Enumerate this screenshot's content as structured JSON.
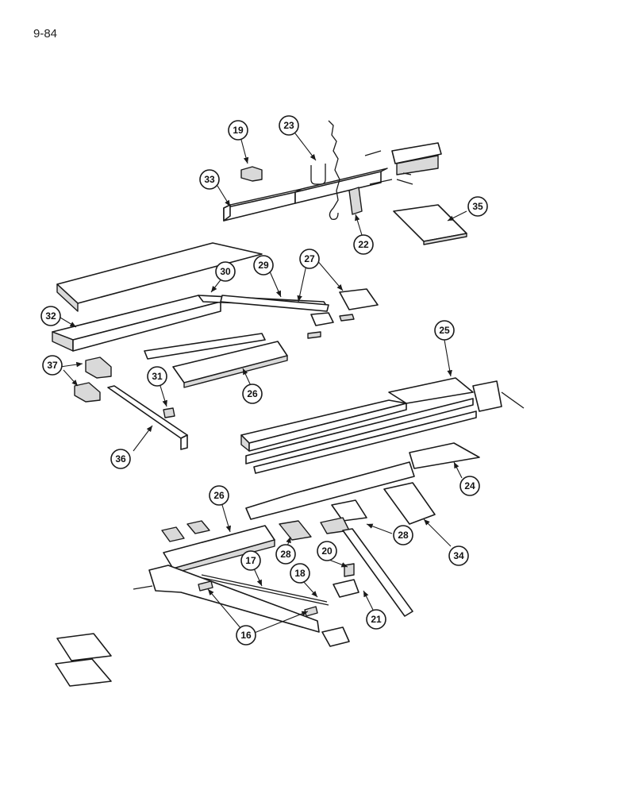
{
  "page": {
    "number": "9-84"
  },
  "callouts": [
    {
      "id": "c19",
      "label": "19"
    },
    {
      "id": "c23",
      "label": "23"
    },
    {
      "id": "c33",
      "label": "33"
    },
    {
      "id": "c22",
      "label": "22"
    },
    {
      "id": "c35",
      "label": "35"
    },
    {
      "id": "c30",
      "label": "30"
    },
    {
      "id": "c29",
      "label": "29"
    },
    {
      "id": "c27",
      "label": "27"
    },
    {
      "id": "c32",
      "label": "32"
    },
    {
      "id": "c37",
      "label": "37"
    },
    {
      "id": "c31",
      "label": "31"
    },
    {
      "id": "c26a",
      "label": "26"
    },
    {
      "id": "c25",
      "label": "25"
    },
    {
      "id": "c36",
      "label": "36"
    },
    {
      "id": "c24",
      "label": "24"
    },
    {
      "id": "c26b",
      "label": "26"
    },
    {
      "id": "c28a",
      "label": "28"
    },
    {
      "id": "c28b",
      "label": "28"
    },
    {
      "id": "c34",
      "label": "34"
    },
    {
      "id": "c17",
      "label": "17"
    },
    {
      "id": "c18",
      "label": "18"
    },
    {
      "id": "c20",
      "label": "20"
    },
    {
      "id": "c21",
      "label": "21"
    },
    {
      "id": "c16",
      "label": "16"
    }
  ]
}
